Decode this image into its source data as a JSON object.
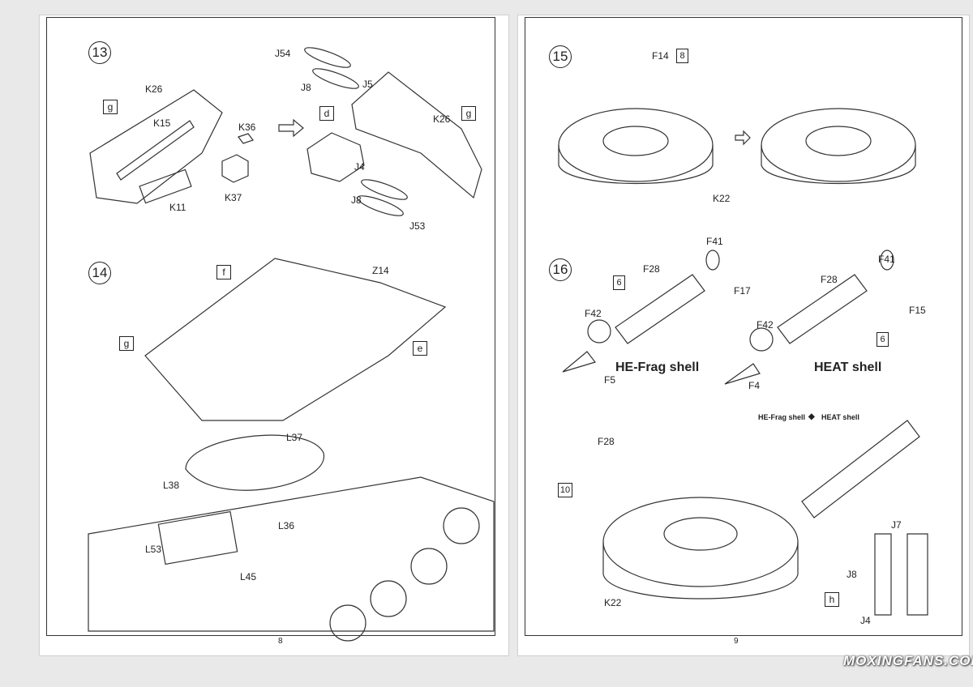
{
  "left_page": {
    "page_number": "8",
    "step13": {
      "number": "13",
      "labels": [
        "K26",
        "K15",
        "K36",
        "K37",
        "K11",
        "J54",
        "J8",
        "J5",
        "K26",
        "J4",
        "J8",
        "J53"
      ],
      "boxes": [
        "g",
        "d",
        "g"
      ]
    },
    "step14": {
      "number": "14",
      "labels": [
        "Z14",
        "L37",
        "L38",
        "L36",
        "L53",
        "L45"
      ],
      "boxes": [
        "f",
        "g",
        "e"
      ]
    }
  },
  "right_page": {
    "page_number": "9",
    "step15": {
      "number": "15",
      "labels": [
        "F14",
        "K22"
      ],
      "paint": [
        "8"
      ]
    },
    "step16": {
      "number": "16",
      "labels": [
        "F41",
        "F28",
        "F17",
        "F42",
        "F5",
        "F41",
        "F28",
        "F15",
        "F42",
        "F4"
      ],
      "paint": [
        "6",
        "6"
      ],
      "he_frag_title": "HE-Frag shell",
      "heat_title": "HEAT shell"
    },
    "assembly": {
      "labels": [
        "F28",
        "K22",
        "J8",
        "J7",
        "J4"
      ],
      "paint": [
        "10"
      ],
      "legend_left": "HE-Frag shell",
      "legend_right": "HEAT shell",
      "box": "h"
    }
  },
  "watermark": "MOXINGFANS.COM"
}
